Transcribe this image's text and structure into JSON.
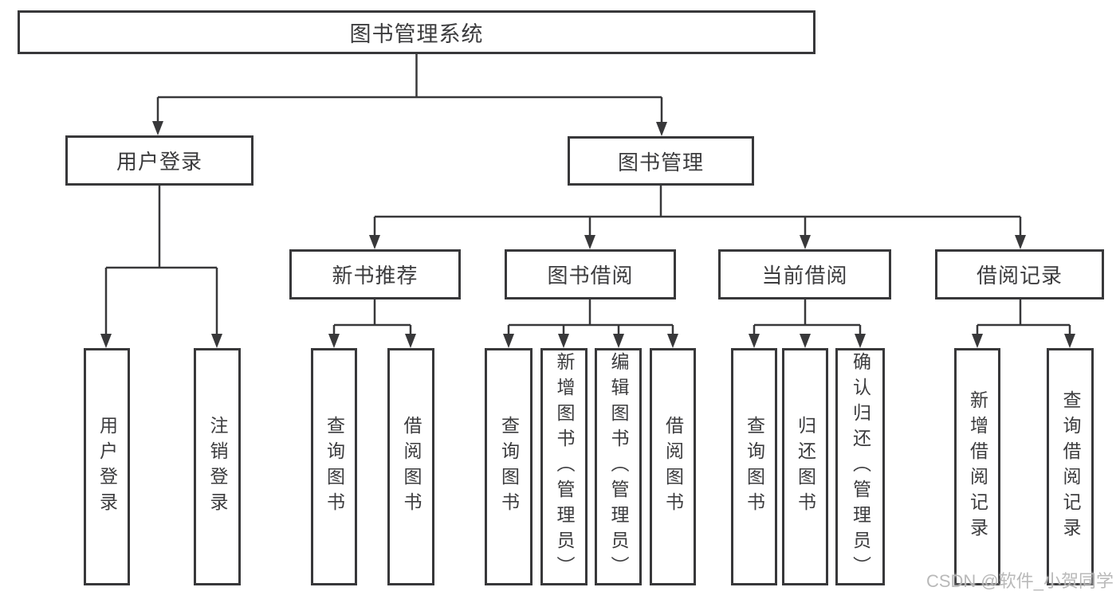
{
  "diagram": {
    "type": "hierarchy-functional-structure",
    "nodes": {
      "root": "图书管理系统",
      "user_login": "用户登录",
      "book_mgmt": "图书管理",
      "new_book_rec": "新书推荐",
      "book_borrow": "图书借阅",
      "current_borrow": "当前借阅",
      "borrow_record": "借阅记录",
      "ul_user_login": "用户登录",
      "ul_logout": "注销登录",
      "nr_query_book": "查询图书",
      "nr_borrow_book": "借阅图书",
      "bb_query_book": "查询图书",
      "bb_add_book": "新增图书（管理员）",
      "bb_edit_book": "编辑图书（管理员）",
      "bb_borrow_book": "借阅图书",
      "cb_query_book": "查询图书",
      "cb_return_book": "归还图书",
      "cb_confirm_return": "确认归还（管理员）",
      "br_add_record": "新增借阅记录",
      "br_query_record": "查询借阅记录"
    },
    "edges": [
      [
        "root",
        "user_login"
      ],
      [
        "root",
        "book_mgmt"
      ],
      [
        "user_login",
        "ul_user_login"
      ],
      [
        "user_login",
        "ul_logout"
      ],
      [
        "book_mgmt",
        "new_book_rec"
      ],
      [
        "book_mgmt",
        "book_borrow"
      ],
      [
        "book_mgmt",
        "current_borrow"
      ],
      [
        "book_mgmt",
        "borrow_record"
      ],
      [
        "new_book_rec",
        "nr_query_book"
      ],
      [
        "new_book_rec",
        "nr_borrow_book"
      ],
      [
        "book_borrow",
        "bb_query_book"
      ],
      [
        "book_borrow",
        "bb_add_book"
      ],
      [
        "book_borrow",
        "bb_edit_book"
      ],
      [
        "book_borrow",
        "bb_borrow_book"
      ],
      [
        "current_borrow",
        "cb_query_book"
      ],
      [
        "current_borrow",
        "cb_return_book"
      ],
      [
        "current_borrow",
        "cb_confirm_return"
      ],
      [
        "borrow_record",
        "br_add_record"
      ],
      [
        "borrow_record",
        "br_query_record"
      ]
    ],
    "colors": {
      "line": "#38383a",
      "text": "#3c3c3e",
      "box_fill": "#ffffff",
      "watermark": "#b5b5b5"
    }
  },
  "watermark": "CSDN @软件_小贺同学"
}
